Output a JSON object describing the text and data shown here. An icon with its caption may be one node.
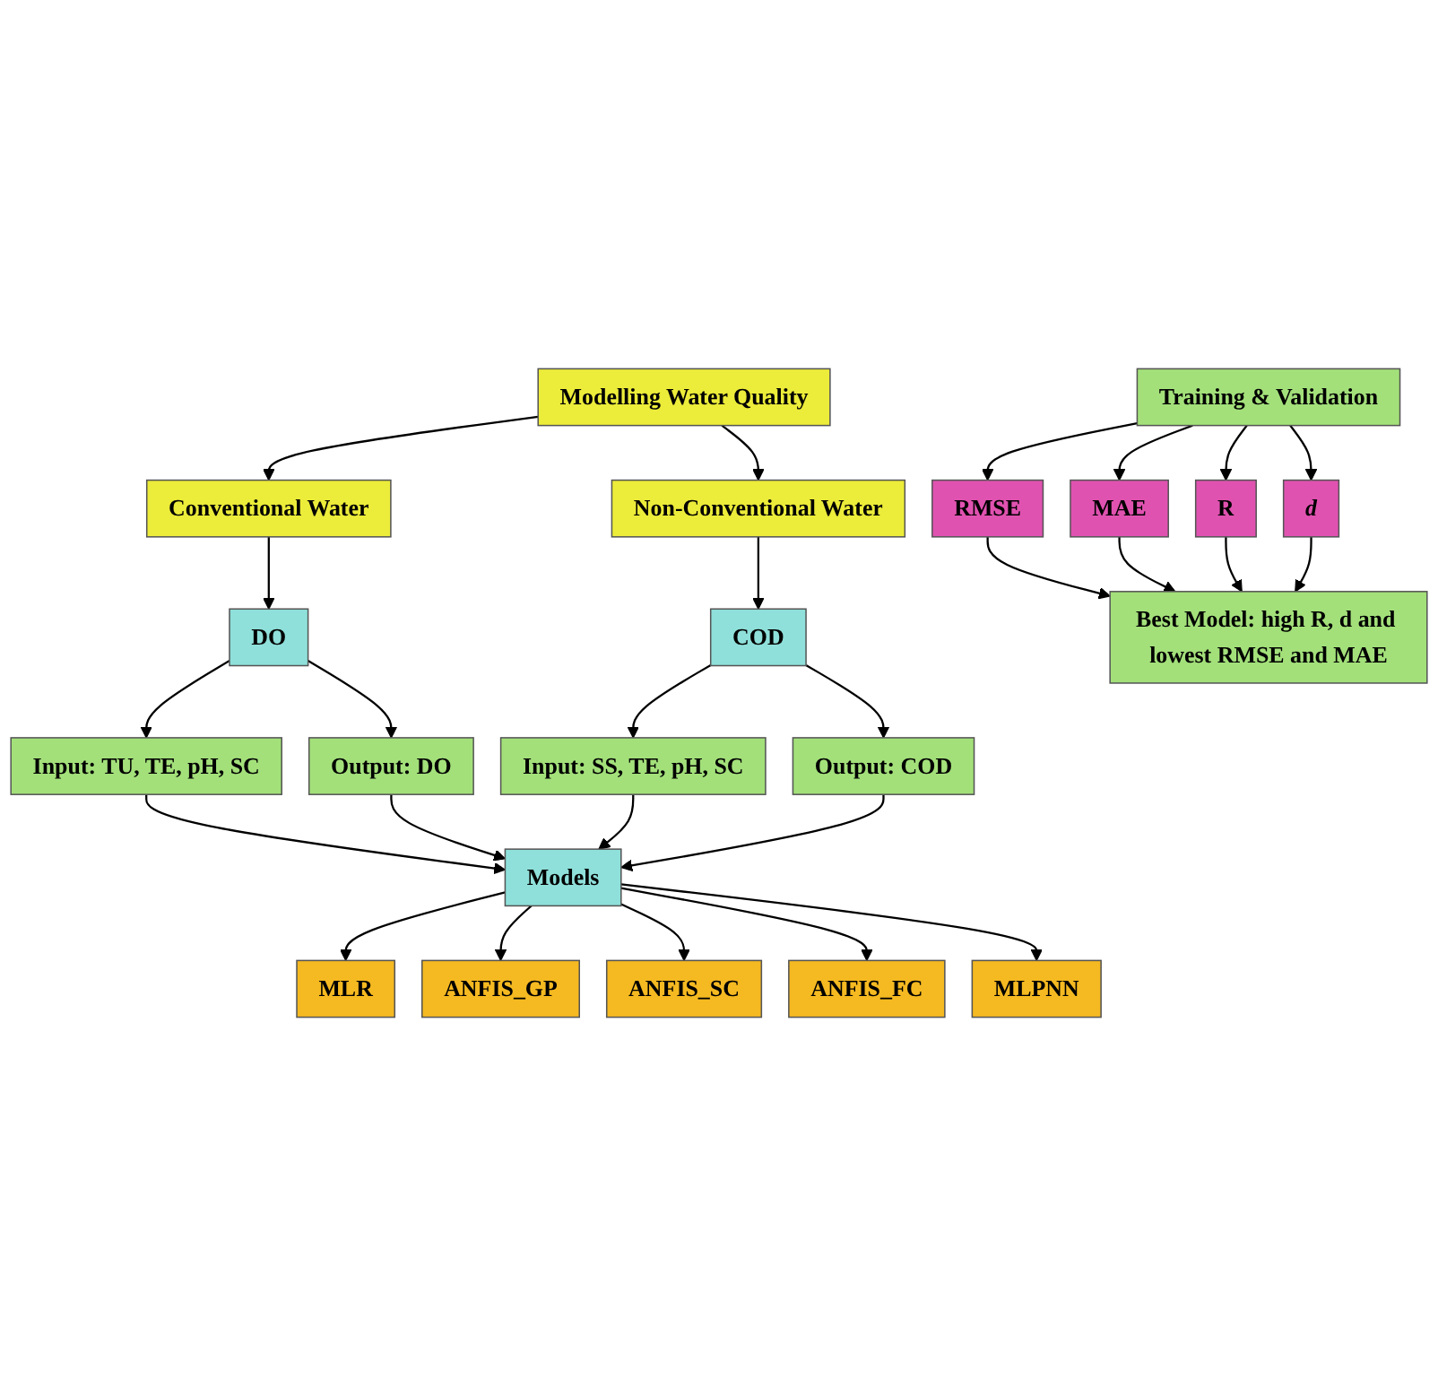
{
  "diagram": {
    "nodes": [
      {
        "text": [
          "Modelling Water Quality"
        ]
      },
      {
        "text": [
          "Conventional Water"
        ]
      },
      {
        "text": [
          "Non-Conventional Water"
        ]
      },
      {
        "text": [
          "DO"
        ]
      },
      {
        "text": [
          "COD"
        ]
      },
      {
        "text": [
          "Input: TU, TE, pH, SC"
        ]
      },
      {
        "text": [
          "Output: DO"
        ]
      },
      {
        "text": [
          "Input: SS, TE, pH, SC"
        ]
      },
      {
        "text": [
          "Output: COD"
        ]
      },
      {
        "text": [
          "Models"
        ]
      },
      {
        "text": [
          "MLR"
        ]
      },
      {
        "text": [
          "ANFIS_GP"
        ]
      },
      {
        "text": [
          "ANFIS_SC"
        ]
      },
      {
        "text": [
          "ANFIS_FC"
        ]
      },
      {
        "text": [
          "MLPNN"
        ]
      },
      {
        "text": [
          "Training & Validation"
        ]
      },
      {
        "text": [
          "RMSE"
        ]
      },
      {
        "text": [
          "MAE"
        ]
      },
      {
        "text": [
          "R"
        ]
      },
      {
        "text": [
          "d"
        ]
      },
      {
        "text": [
          "Best Model: high R, d and lowest RMSE and MAE"
        ]
      }
    ],
    "edges": [
      {
        "from": 0,
        "to": 1,
        "arrow": "to"
      },
      {
        "from": 0,
        "to": 2,
        "arrow": "to"
      },
      {
        "from": 1,
        "to": 3,
        "arrow": "to"
      },
      {
        "from": 2,
        "to": 4,
        "arrow": "to"
      },
      {
        "from": 3,
        "to": 5,
        "arrow": "to"
      },
      {
        "from": 3,
        "to": 6,
        "arrow": "to"
      },
      {
        "from": 4,
        "to": 7,
        "arrow": "to"
      },
      {
        "from": 4,
        "to": 8,
        "arrow": "to"
      },
      {
        "from": 5,
        "to": 9,
        "arrow": "to"
      },
      {
        "from": 6,
        "to": 9,
        "arrow": "to"
      },
      {
        "from": 7,
        "to": 9,
        "arrow": "to"
      },
      {
        "from": 8,
        "to": 9,
        "arrow": "to"
      },
      {
        "from": 9,
        "to": 10,
        "arrow": "to"
      },
      {
        "from": 9,
        "to": 11,
        "arrow": "to"
      },
      {
        "from": 9,
        "to": 12,
        "arrow": "to"
      },
      {
        "from": 9,
        "to": 13,
        "arrow": "to"
      },
      {
        "from": 9,
        "to": 14,
        "arrow": "to"
      },
      {
        "from": 15,
        "to": 16,
        "arrow": "to"
      },
      {
        "from": 15,
        "to": 17,
        "arrow": "to"
      },
      {
        "from": 15,
        "to": 18,
        "arrow": "to"
      },
      {
        "from": 15,
        "to": 19,
        "arrow": "to"
      },
      {
        "from": 16,
        "to": 20,
        "arrow": "to"
      },
      {
        "from": 17,
        "to": 20,
        "arrow": "to"
      },
      {
        "from": 18,
        "to": 20,
        "arrow": "to"
      },
      {
        "from": 19,
        "to": 20,
        "arrow": "to"
      }
    ]
  }
}
